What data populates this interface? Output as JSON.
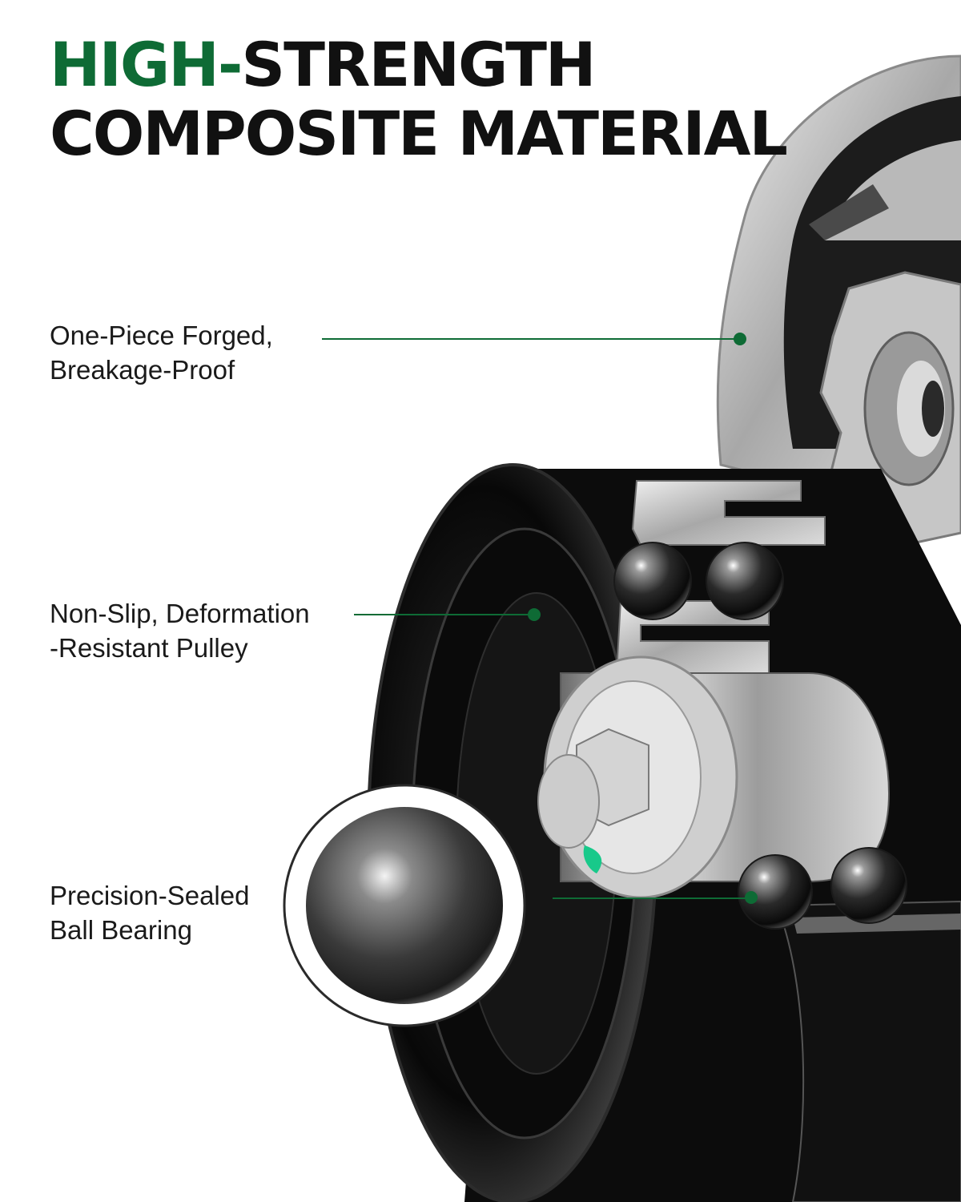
{
  "headline": {
    "accent_word": "HIGH-",
    "line1_rest": "STRENGTH",
    "line2": "COMPOSITE MATERIAL",
    "accent_color": "#0e6b35"
  },
  "callouts": [
    {
      "line1": "One-Piece Forged,",
      "line2": "Breakage-Proof"
    },
    {
      "line1": "Non-Slip, Deformation",
      "line2": "-Resistant Pulley"
    },
    {
      "line1": "Precision-Sealed",
      "line2": "Ball Bearing"
    }
  ]
}
